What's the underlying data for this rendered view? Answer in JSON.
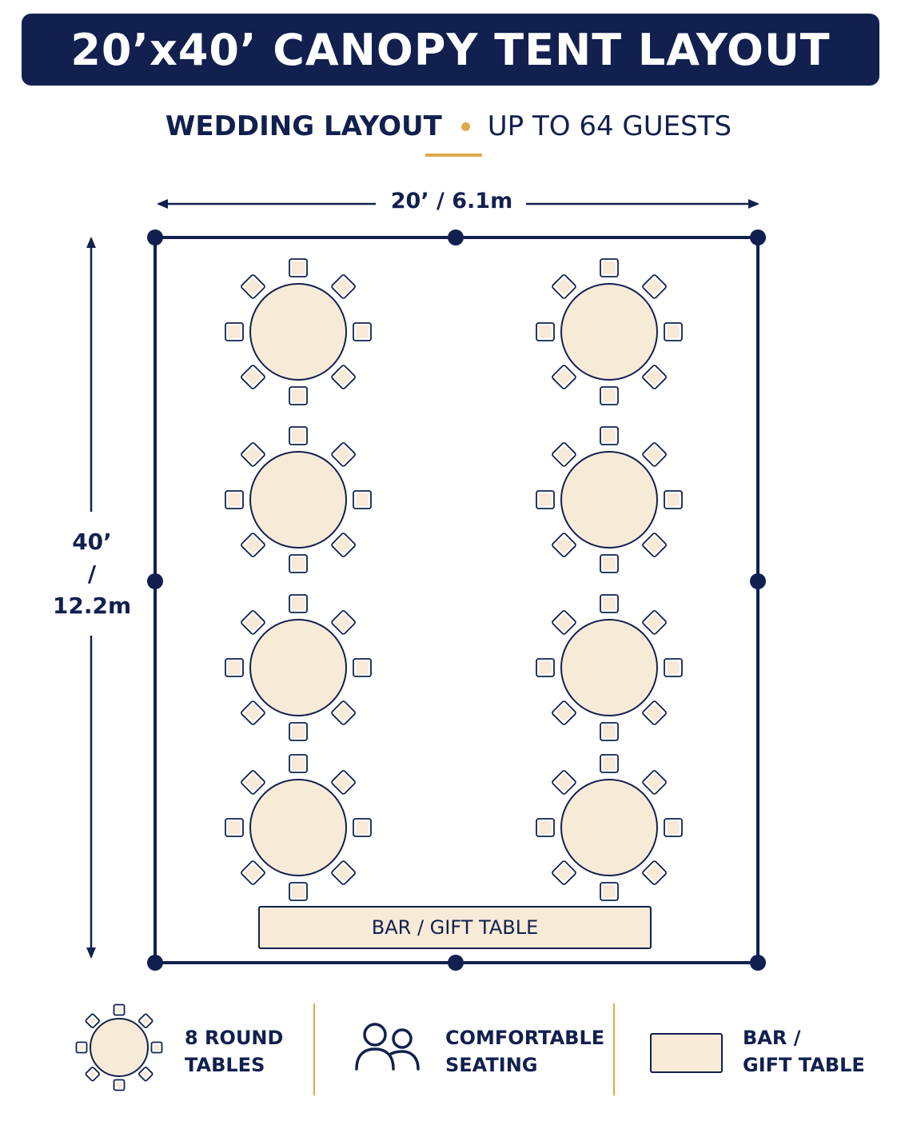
{
  "title": "20’x40’ CANOPY TENT LAYOUT",
  "subtitle": {
    "layout": "WEDDING LAYOUT",
    "capacity": "UP TO 64 GUESTS"
  },
  "dimensions": {
    "width": "20’ / 6.1m",
    "height_ft": "40’",
    "height_sep": "/",
    "height_m": "12.2m"
  },
  "tables": {
    "count": 8,
    "chairs_per_table": 8,
    "columns": 2,
    "rows": 4
  },
  "bar_table": {
    "label": "BAR / GIFT TABLE"
  },
  "legend": {
    "round_tables": {
      "line1": "8 ROUND",
      "line2": "TABLES",
      "icon": "round-table-icon"
    },
    "seating": {
      "line1": "COMFORTABLE",
      "line2": "SEATING",
      "icon": "people-icon"
    },
    "bar": {
      "line1": "BAR /",
      "line2": "GIFT TABLE",
      "icon": "bar-table-icon"
    }
  },
  "colors": {
    "navy": "#12204f",
    "gold": "#e0a94a",
    "table_fill": "#f7ead7"
  }
}
